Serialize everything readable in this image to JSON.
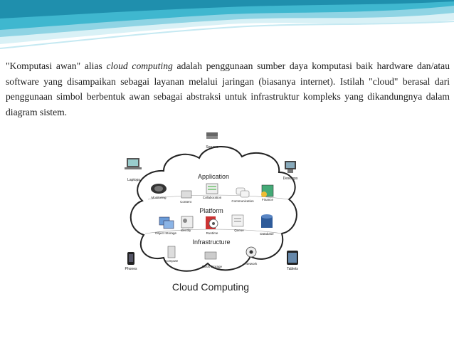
{
  "paragraph": {
    "p1": "\"Komputasi awan\" alias ",
    "p2_italic": "cloud computing",
    "p3": " adalah penggunaan sumber daya komputasi baik hardware dan/atau software yang disampaikan sebagai layanan melalui jaringan (biasanya internet). Istilah \"cloud\" berasal dari penggunaan simbol berbentuk awan sebagai abstraksi untuk infrastruktur kompleks yang dikandungnya dalam diagram sistem."
  },
  "diagram": {
    "title": "Cloud Computing",
    "layers": {
      "application": "Application",
      "platform": "Platform",
      "infrastructure": "Infrastructure"
    },
    "outside_devices": {
      "servers": "Servers",
      "laptops": "Laptops",
      "desktops": "Desktops",
      "phones": "Phones",
      "tablets": "Tablets"
    },
    "inside_items": {
      "monitoring": "Monitoring",
      "content": "Content",
      "collaboration": "Collaboration",
      "communication": "Communication",
      "finance": "Finance",
      "object_storage": "Object Storage",
      "identity": "Identity",
      "runtime": "Runtime",
      "queue": "Queue",
      "database": "Database",
      "compute": "Compute",
      "block_storage": "Block Storage",
      "network": "Network"
    }
  },
  "colors": {
    "header_teal": "#34b6cf",
    "header_light": "#b9e6f0"
  }
}
